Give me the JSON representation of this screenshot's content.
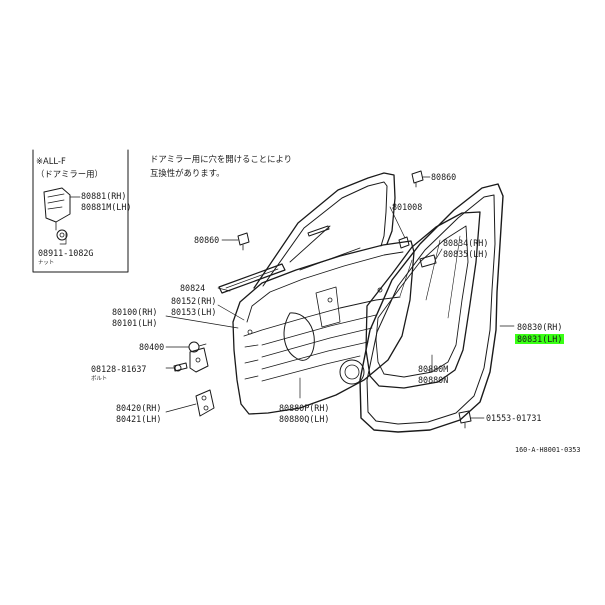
{
  "accent_color": "#39ff14",
  "inset": {
    "title_line1": "※ALL-F",
    "title_line2": "（ドアミラー用）",
    "part_a": "80881(RH)",
    "part_b": "80881M(LH)",
    "part_c": "08911-1082G",
    "part_c_note": "ナット"
  },
  "note": {
    "line1": "ドアミラー用に穴を開けることにより",
    "line2": "互換性があります。"
  },
  "callouts": {
    "p80860_top": "80860",
    "p801008": "801008",
    "p80860_left": "80860",
    "p80834": "80834(RH)",
    "p80835": "80835(LH)",
    "p80824": "80824",
    "p80152": "80152(RH)",
    "p80153": "80153(LH)",
    "p80100": "80100(RH)",
    "p80101": "80101(LH)",
    "p80830": "80830(RH)",
    "p80831": "80831(LH)",
    "p80400": "80400",
    "p08128": "08128-81637",
    "p08128_note": "ボルト",
    "p80880M": "80880M",
    "p80880N": "80880N",
    "p80880P": "80880P(RH)",
    "p80880Q": "80880Q(LH)",
    "p80420": "80420(RH)",
    "p80421": "80421(LH)",
    "p01553": "01553-01731"
  },
  "figure_code": "160-A-H8001-0353"
}
